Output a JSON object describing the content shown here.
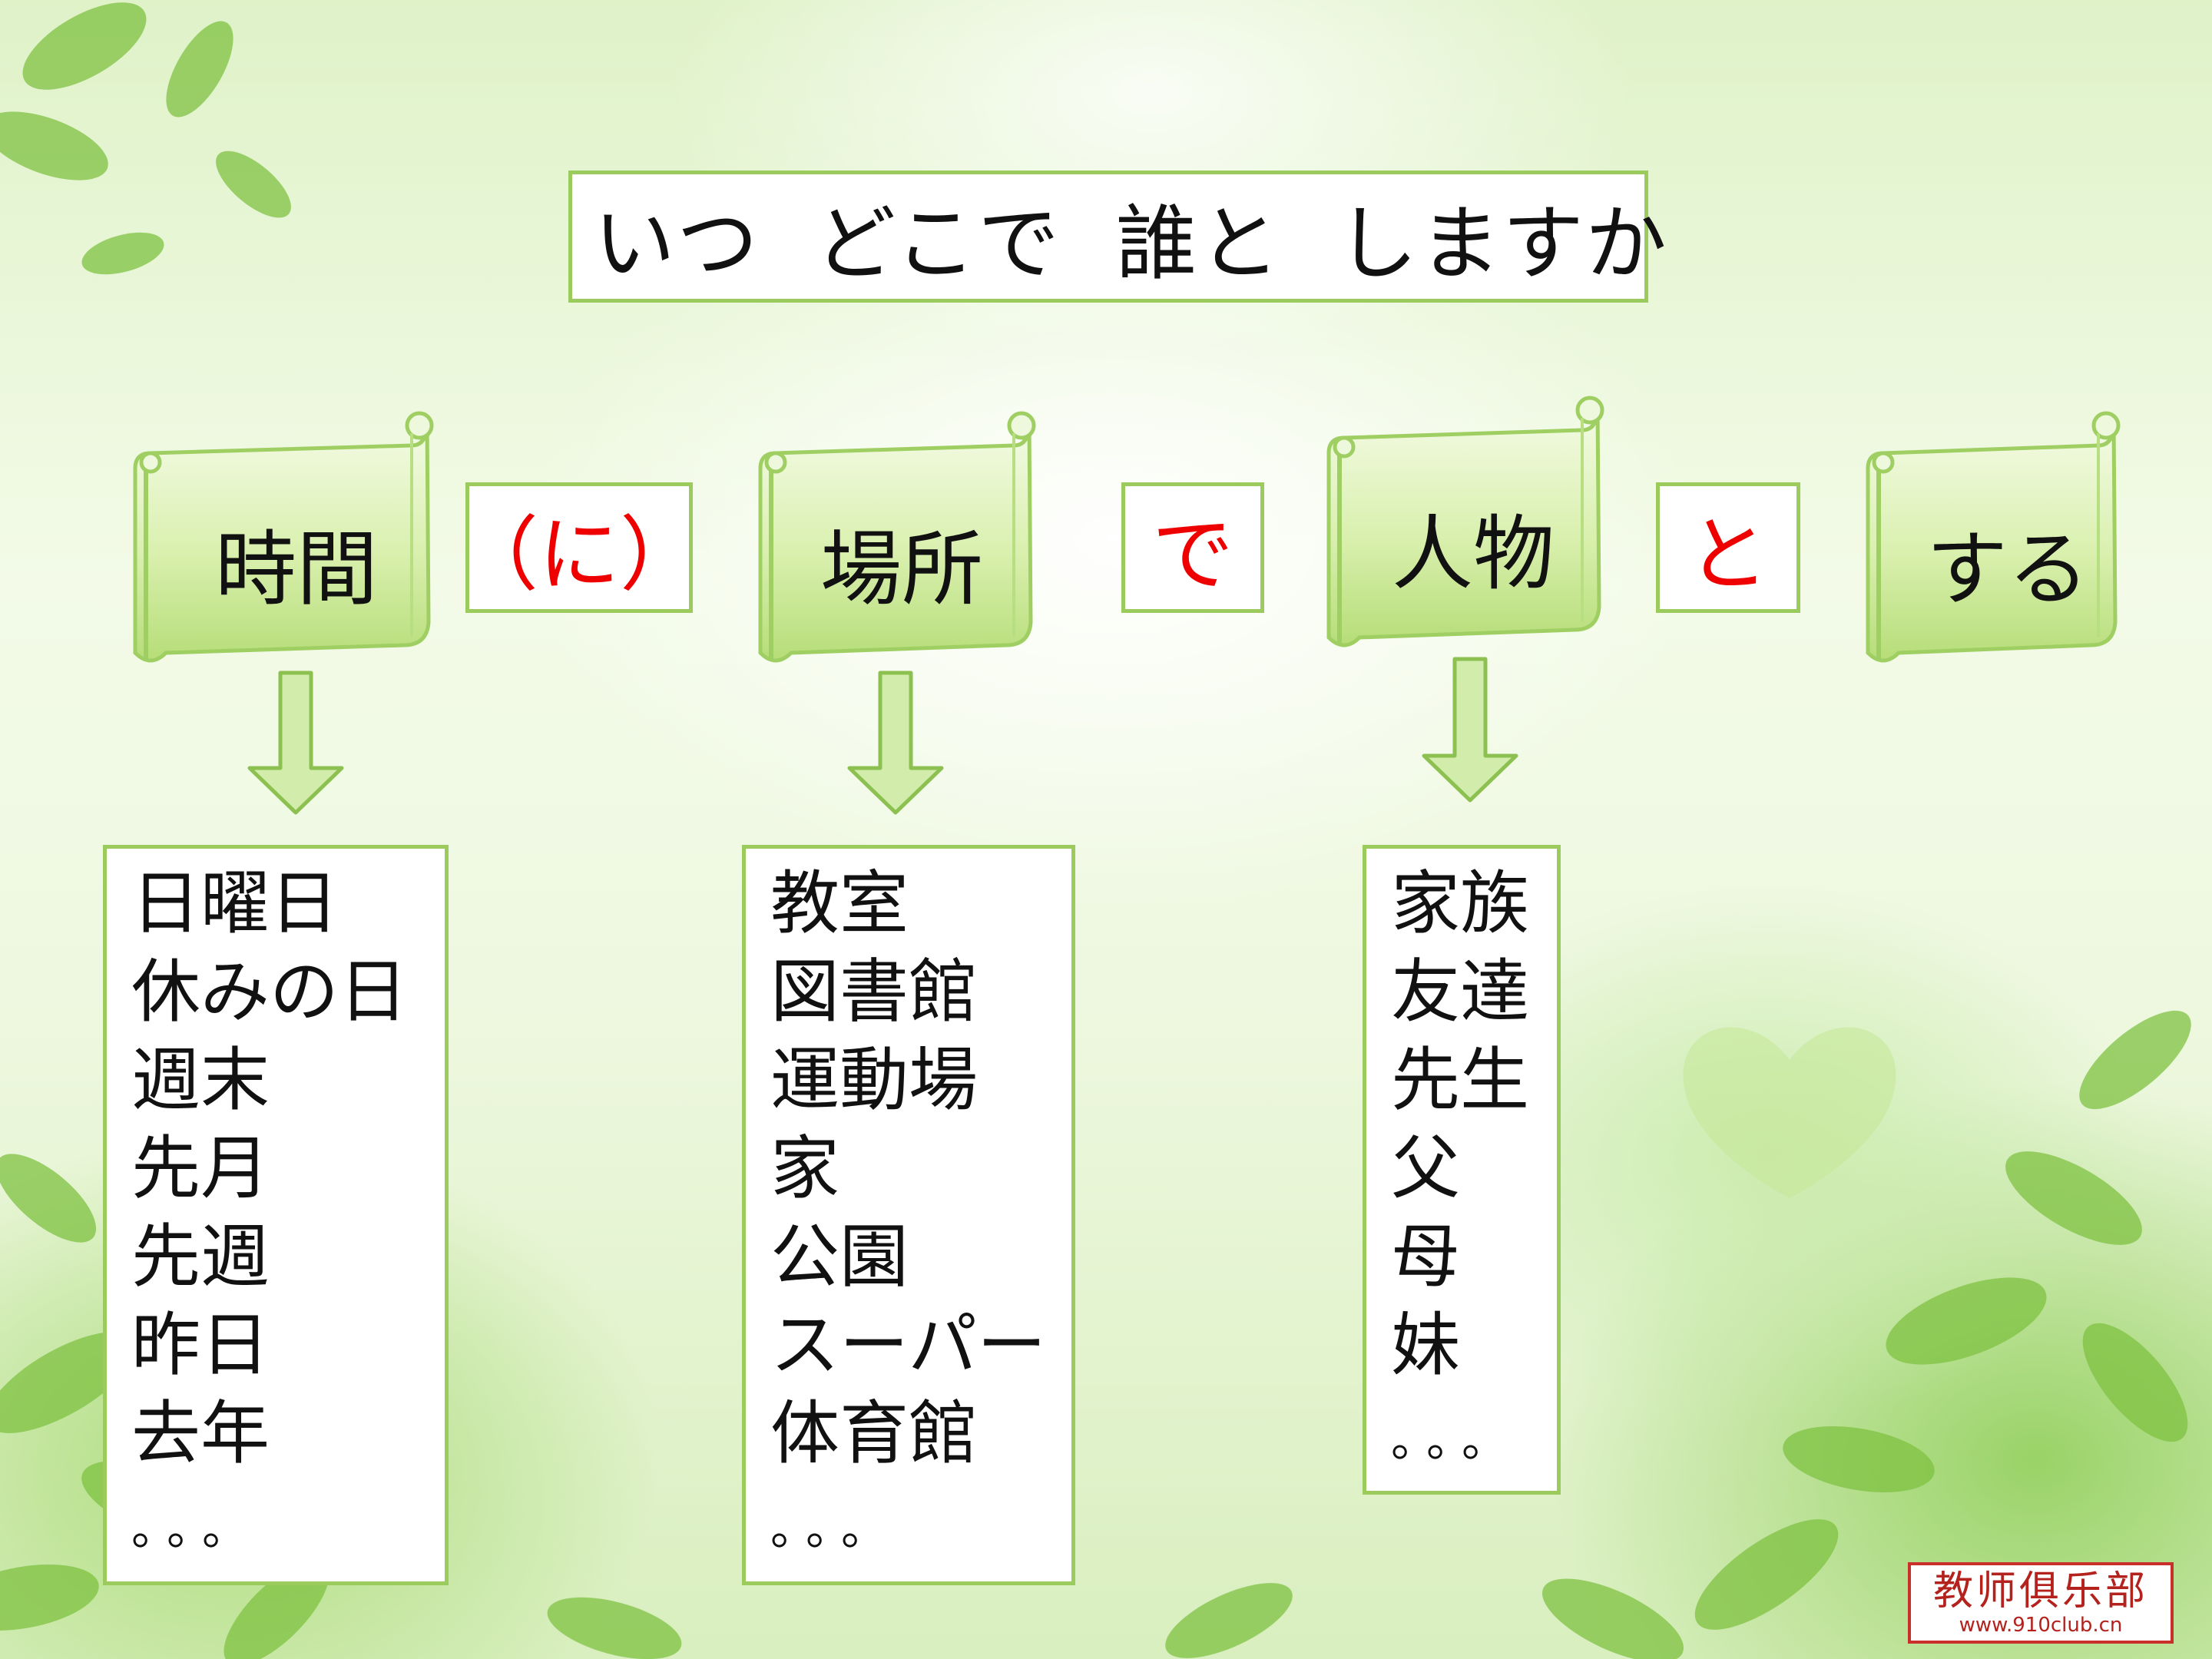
{
  "title": "いつ  どこで  誰と  しますか",
  "scrolls": [
    {
      "label": "時間"
    },
    {
      "label": "場所"
    },
    {
      "label": "人物"
    },
    {
      "label": "する"
    }
  ],
  "particles": [
    "（に）",
    "で",
    "と"
  ],
  "lists": {
    "time": [
      "日曜日",
      "休みの日",
      "週末",
      "先月",
      "先週",
      "昨日",
      "去年"
    ],
    "place": [
      "教室",
      "図書館",
      "運動場",
      "家",
      "公園",
      "スーパー",
      "体育館"
    ],
    "person": [
      "家族",
      "友達",
      "先生",
      "父",
      "母",
      "妹"
    ],
    "ellipsis": "。。。"
  },
  "watermark": {
    "name": "教师俱乐部",
    "url": "www.910club.cn"
  },
  "colors": {
    "box_border": "#9acb5c",
    "particle_text": "#ee0000",
    "scroll_fill": "#d7f0a8"
  }
}
